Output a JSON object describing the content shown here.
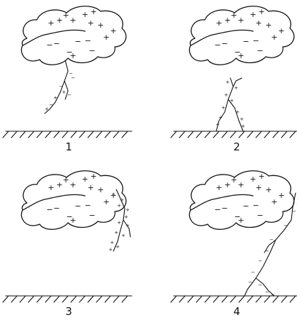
{
  "panels": [
    {
      "label": "1",
      "pos_charge": "+",
      "neg_charge": "−"
    },
    {
      "label": "2",
      "pos_charge": "+",
      "neg_charge": "−"
    },
    {
      "label": "3",
      "pos_charge": "+",
      "neg_charge": "−"
    },
    {
      "label": "4",
      "pos_charge": "+",
      "neg_charge": "−"
    }
  ]
}
